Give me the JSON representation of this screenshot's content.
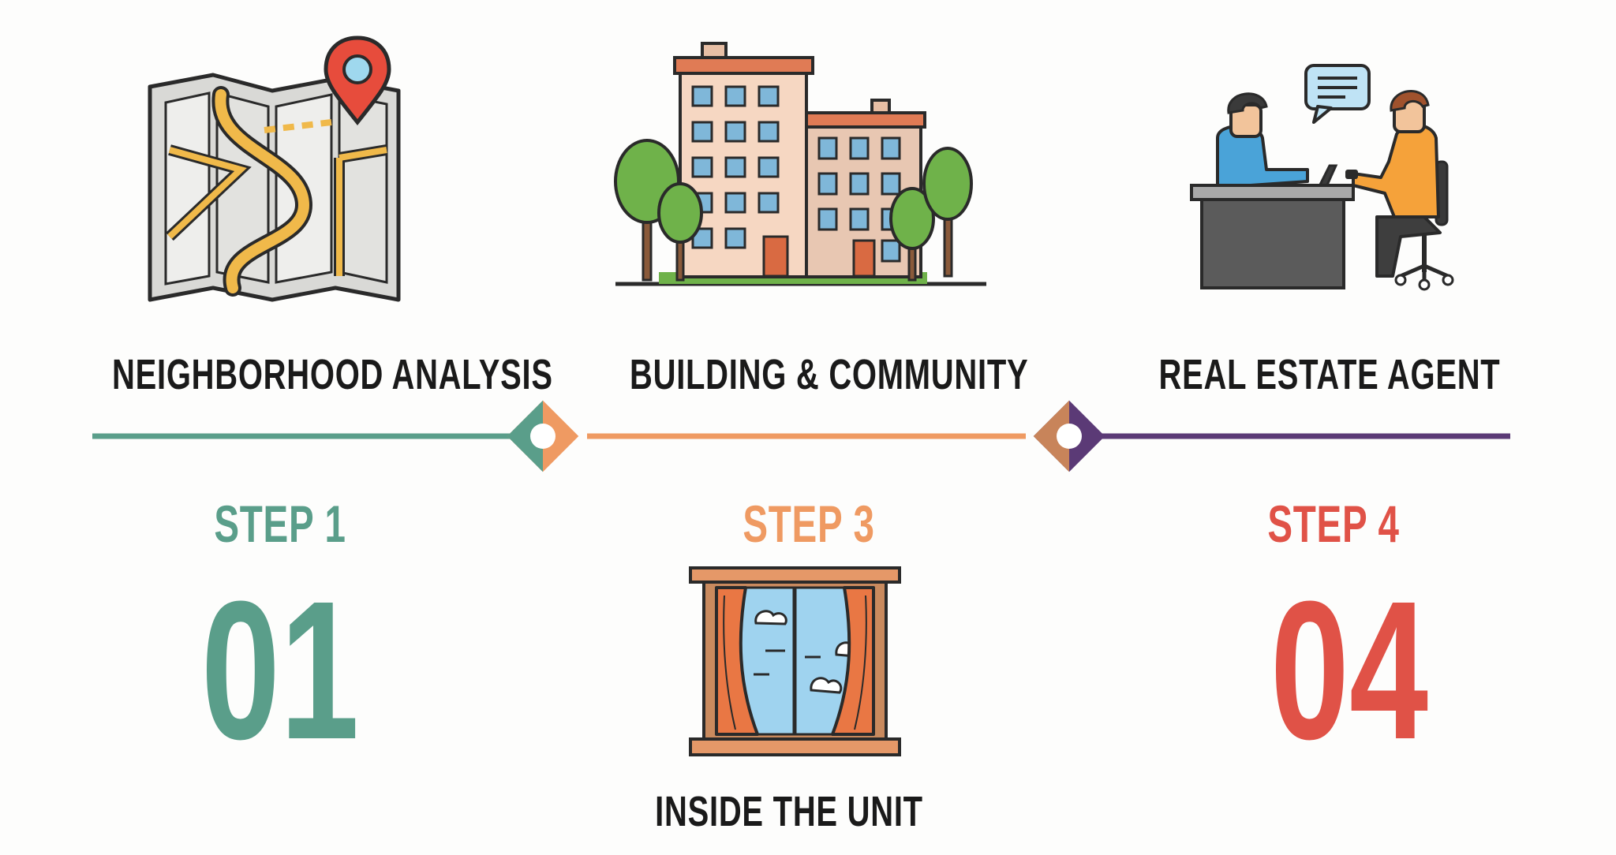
{
  "colors": {
    "teal": "#5a9e8a",
    "orange": "#ef9a62",
    "purple": "#5b3a76",
    "red": "#e05247",
    "dark": "#1a1a1a"
  },
  "steps": [
    {
      "title": "NEIGHBORHOOD ANALYSIS",
      "step_label": "STEP 1",
      "number": "01",
      "icon": "map-with-pin-icon"
    },
    {
      "title": "BUILDING & COMMUNITY",
      "step_label": "",
      "number": "",
      "icon": "apartment-buildings-icon"
    },
    {
      "title": "INSIDE THE UNIT",
      "step_label": "STEP 3",
      "number": "",
      "icon": "window-with-curtains-icon"
    },
    {
      "title": "REAL ESTATE AGENT",
      "step_label": "STEP 4",
      "number": "04",
      "icon": "agent-meeting-icon"
    }
  ]
}
